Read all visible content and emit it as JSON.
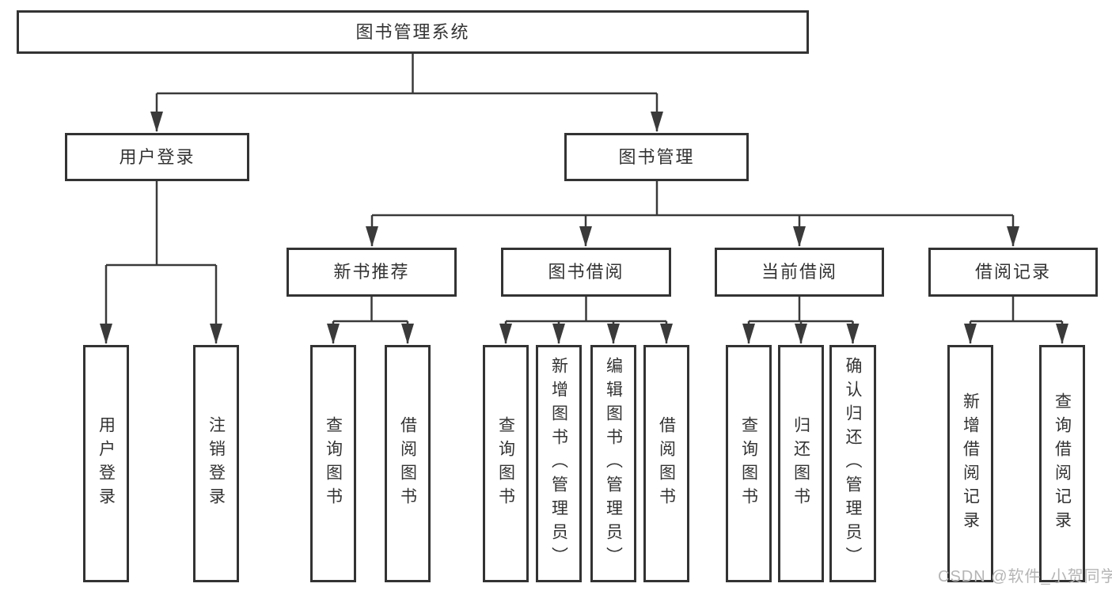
{
  "diagram": {
    "type": "hierarchy-tree",
    "root": {
      "id": "library-system",
      "label": "图书管理系统"
    },
    "level2": [
      {
        "id": "user-login-module",
        "label": "用户登录",
        "parent": "图书管理系统"
      },
      {
        "id": "book-management-module",
        "label": "图书管理",
        "parent": "图书管理系统"
      }
    ],
    "level3": [
      {
        "id": "new-book-recommend",
        "label": "新书推荐",
        "parent": "图书管理"
      },
      {
        "id": "book-borrow",
        "label": "图书借阅",
        "parent": "图书管理"
      },
      {
        "id": "current-borrow",
        "label": "当前借阅",
        "parent": "图书管理"
      },
      {
        "id": "borrow-records",
        "label": "借阅记录",
        "parent": "图书管理"
      }
    ],
    "leaves": [
      {
        "id": "user-login",
        "label": "用户登录",
        "parent": "用户登录"
      },
      {
        "id": "logout",
        "label": "注销登录",
        "parent": "用户登录"
      },
      {
        "id": "query-books-recommend",
        "label": "查询图书",
        "parent": "新书推荐"
      },
      {
        "id": "borrow-books-recommend",
        "label": "借阅图书",
        "parent": "新书推荐"
      },
      {
        "id": "query-books-borrow",
        "label": "查询图书",
        "parent": "图书借阅"
      },
      {
        "id": "add-books-admin",
        "label": "新增图书（管理员）",
        "parent": "图书借阅"
      },
      {
        "id": "edit-books-admin",
        "label": "编辑图书（管理员）",
        "parent": "图书借阅"
      },
      {
        "id": "borrow-books",
        "label": "借阅图书",
        "parent": "图书借阅"
      },
      {
        "id": "query-books-current",
        "label": "查询图书",
        "parent": "当前借阅"
      },
      {
        "id": "return-books",
        "label": "归还图书",
        "parent": "当前借阅"
      },
      {
        "id": "confirm-return-admin",
        "label": "确认归还（管理员）",
        "parent": "当前借阅"
      },
      {
        "id": "add-borrow-record",
        "label": "新增借阅记录",
        "parent": "借阅记录"
      },
      {
        "id": "query-borrow-record",
        "label": "查询借阅记录",
        "parent": "借阅记录"
      }
    ]
  },
  "watermark": {
    "text": "CSDN @软件_小贺同学"
  },
  "colors": {
    "background": "#ffffff",
    "box_border": "#333333",
    "line": "#3a3a3a",
    "text": "#333333",
    "watermark": "#b5b5b5"
  }
}
